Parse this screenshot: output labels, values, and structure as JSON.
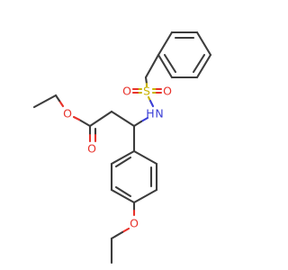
{
  "molecule": {
    "atoms": {
      "oxygen_ester_ether": {
        "symbol": "O",
        "color": "#e8322b"
      },
      "oxygen_carbonyl": {
        "symbol": "O",
        "color": "#e8322b"
      },
      "oxygen_aryl_ether": {
        "symbol": "O",
        "color": "#e8322b"
      },
      "oxygen_sulfonyl_left": {
        "symbol": "O",
        "color": "#e8322b"
      },
      "oxygen_sulfonyl_right": {
        "symbol": "O",
        "color": "#e8322b"
      },
      "sulfur": {
        "symbol": "S",
        "color": "#c8b400"
      },
      "amine": {
        "symbol": "N",
        "color": "#3b3fd6"
      },
      "amine_hydrogen": {
        "symbol": "H",
        "color": "#3b3fd6"
      }
    },
    "bond_color": "#3c3c3c"
  }
}
